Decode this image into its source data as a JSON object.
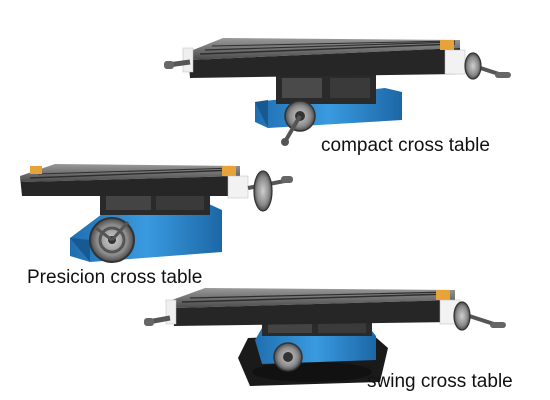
{
  "captions": {
    "compact": "compact cross table",
    "precision": "Presicion cross table",
    "swing": "swing cross table"
  },
  "colors": {
    "background": "#ffffff",
    "machine_blue": "#2f8fd0",
    "table_dark": "#2b2b2b",
    "table_top": "#6f6f6f",
    "end_cap_white": "#f2f2f2",
    "end_cap_orange": "#e8a23a",
    "handwheel_grey": "#8c8c8c",
    "base_black": "#1a1a1a"
  },
  "icons": [
    "handwheel",
    "crank-handle"
  ]
}
